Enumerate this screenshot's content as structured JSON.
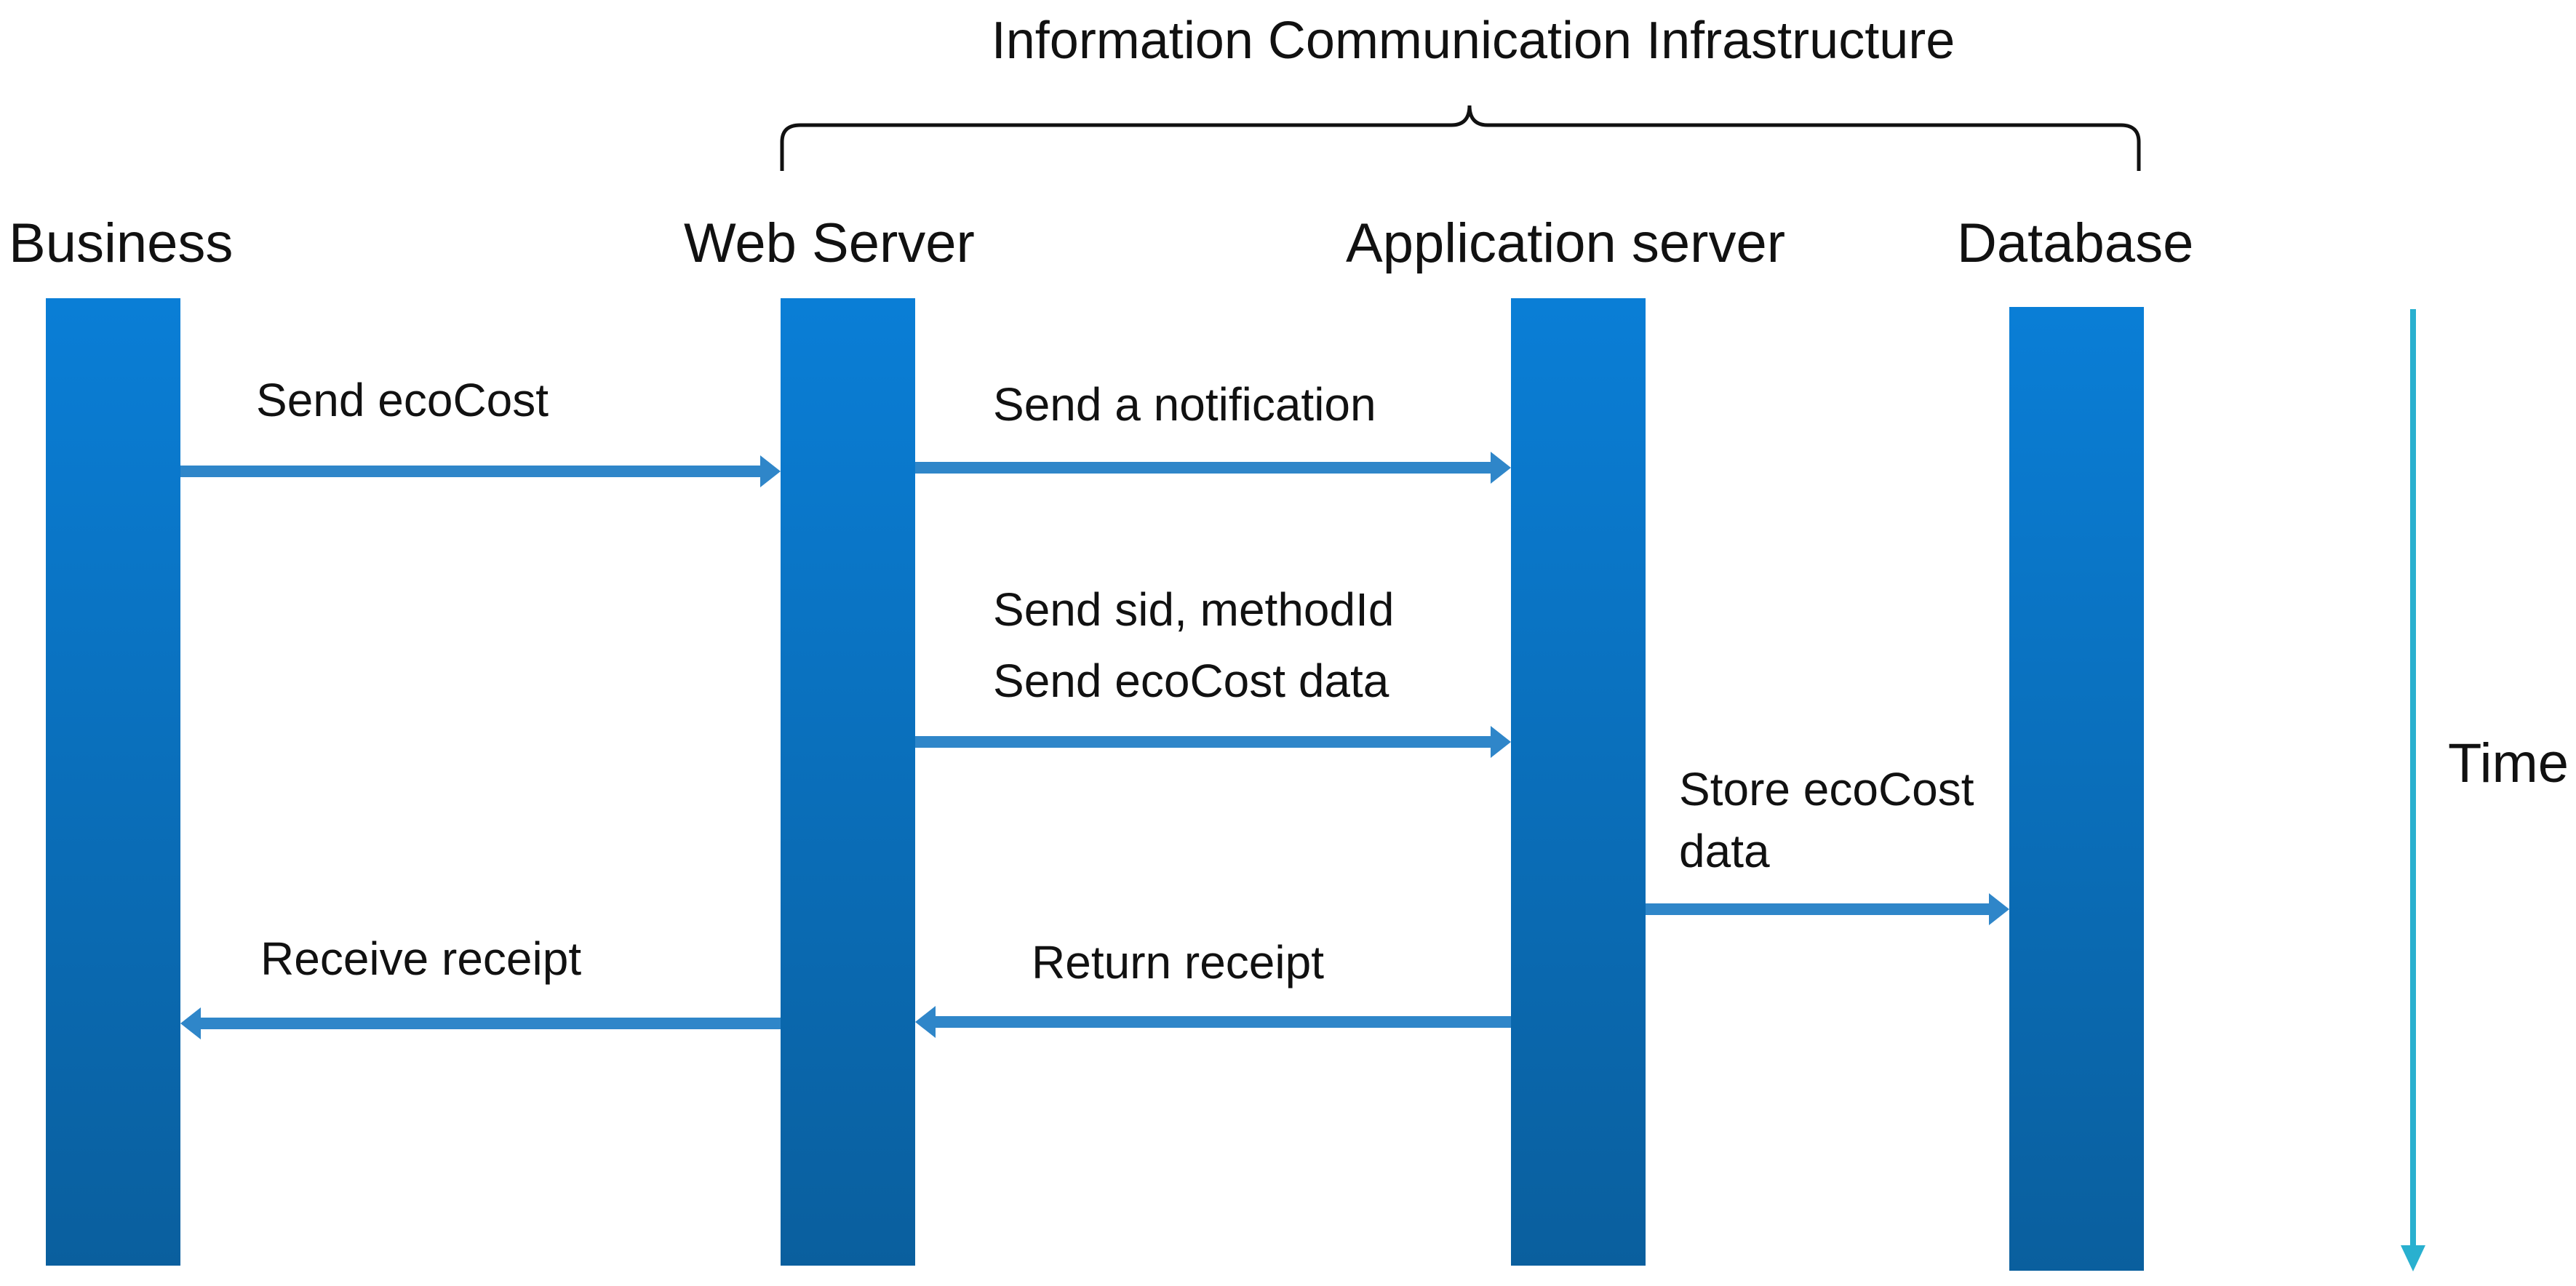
{
  "group": {
    "label": "Information Communication Infrastructure"
  },
  "participants": [
    {
      "id": "business",
      "label": "Business"
    },
    {
      "id": "web",
      "label": "Web Server"
    },
    {
      "id": "app",
      "label": "Application server"
    },
    {
      "id": "db",
      "label": "Database"
    }
  ],
  "messages": [
    {
      "from": "business",
      "to": "web",
      "lines": [
        "Send ecoCost"
      ]
    },
    {
      "from": "web",
      "to": "app",
      "lines": [
        "Send a notification"
      ]
    },
    {
      "from": "web",
      "to": "app",
      "lines": [
        "Send sid, methodId",
        "Send ecoCost data"
      ]
    },
    {
      "from": "app",
      "to": "db",
      "lines": [
        "Store ecoCost",
        "data"
      ]
    },
    {
      "from": "app",
      "to": "web",
      "lines": [
        "Return receipt"
      ]
    },
    {
      "from": "web",
      "to": "business",
      "lines": [
        "Receive receipt"
      ]
    }
  ],
  "time_axis": {
    "label": "Time"
  },
  "colors": {
    "bar_top": "#0a7ed6",
    "bar_bottom": "#0a5f9e",
    "arrow": "#2f86c9",
    "time_arrow": "#29b0cf"
  }
}
